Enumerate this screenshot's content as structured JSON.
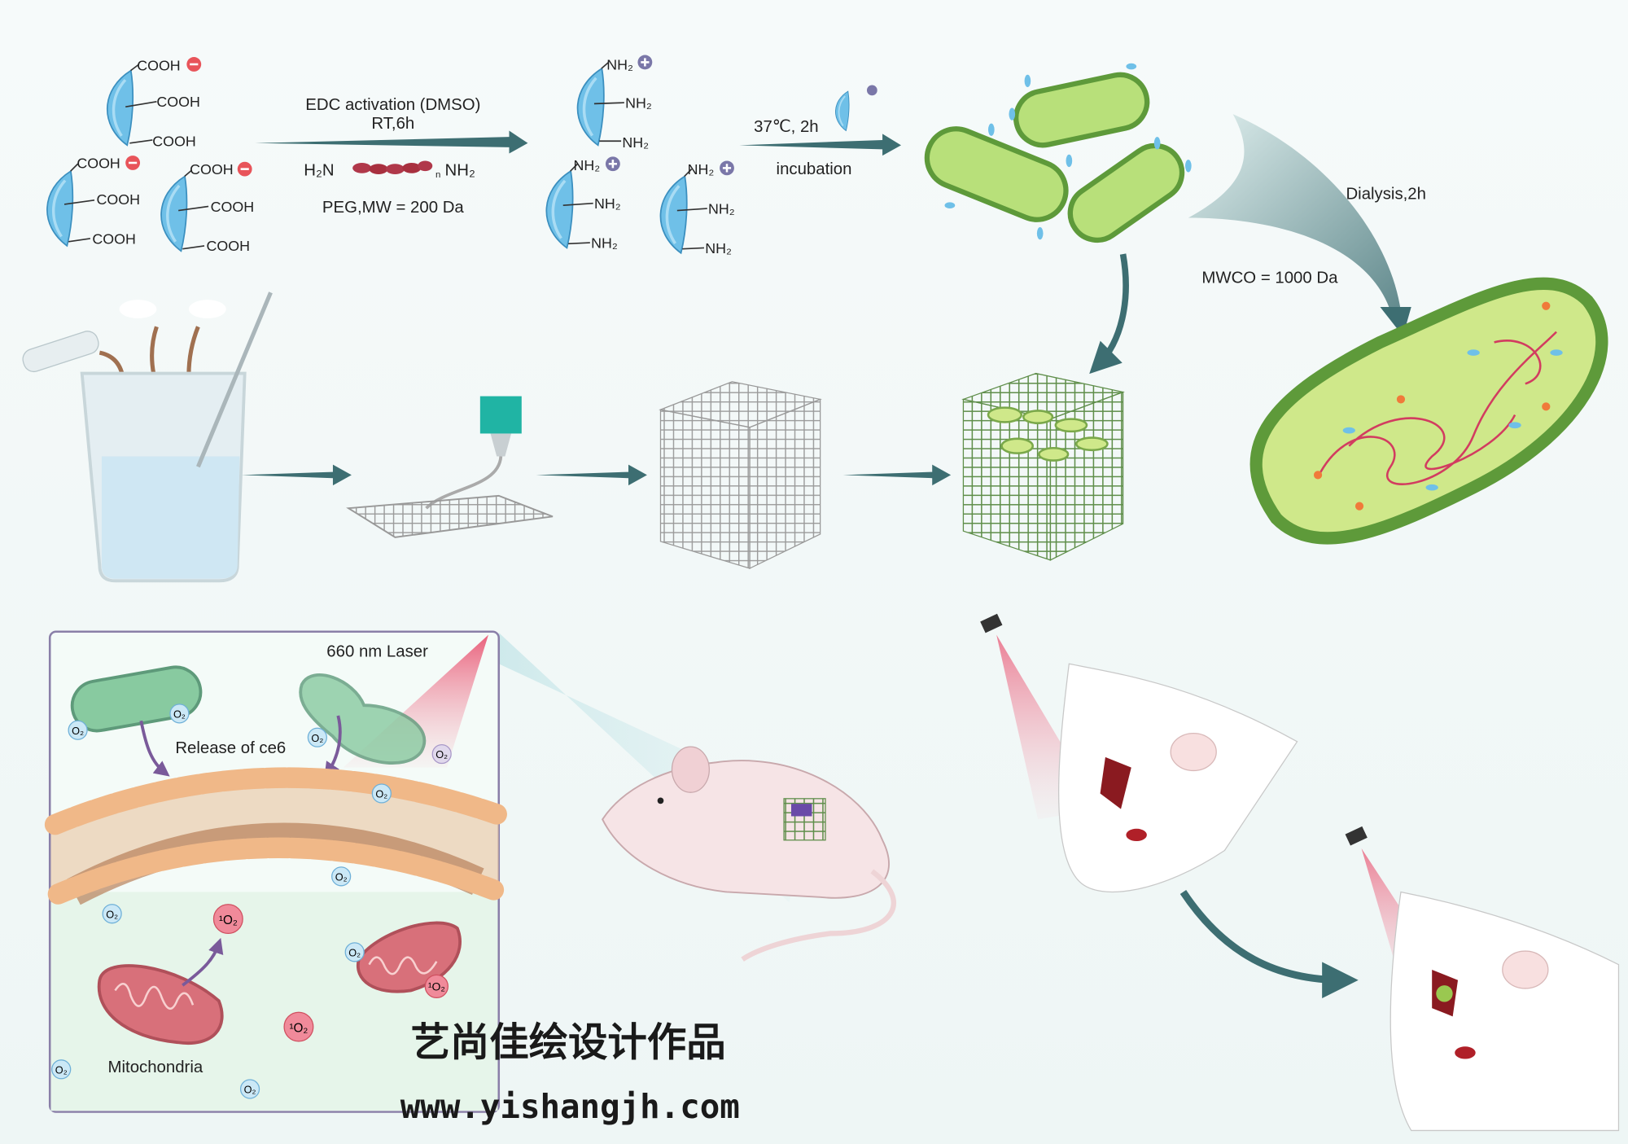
{
  "step1": {
    "cooh": "COOH",
    "reaction": "EDC activation (DMSO)",
    "conditions": "RT,6h",
    "peg_left": "H₂N",
    "peg_right": "NH₂",
    "peg_n": "n",
    "peg_label": "PEG,MW = 200 Da"
  },
  "step2": {
    "nh2": "NH₂",
    "conditions": "37℃, 2h",
    "action": "incubation"
  },
  "step3": {
    "dialysis": "Dialysis,2h",
    "mwco": "MWCO = 1000 Da"
  },
  "inset": {
    "laser": "660 nm Laser",
    "release": "Release of ce6",
    "mitochondria": "Mitochondria",
    "o2": "O₂",
    "singlet_o2": "¹O₂"
  },
  "watermark": {
    "title": "艺尚佳绘设计作品",
    "url": "www.yishangjh.com"
  },
  "colors": {
    "arrow": "#3d6e72",
    "lens": "#6fc0e8",
    "bacteria": "#a8d86a",
    "laser": "#e8506e"
  }
}
